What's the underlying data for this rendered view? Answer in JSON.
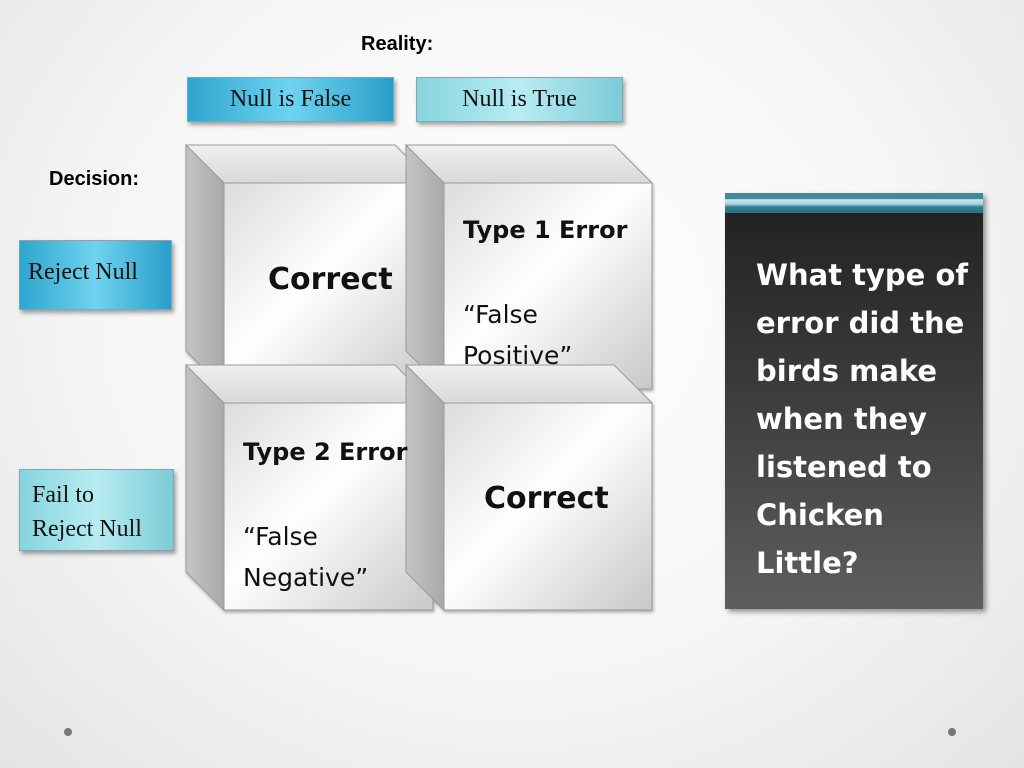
{
  "reality_label": "Reality:",
  "decision_label": "Decision:",
  "columns": [
    "Null is False",
    "Null is True"
  ],
  "rows": [
    [
      "Reject Null"
    ],
    [
      "Fail to",
      "Reject Null"
    ]
  ],
  "cells": {
    "top_left": "Correct",
    "top_right_title": "Type 1 Error",
    "top_right_sub": "“False Positive”",
    "bottom_left_title": "Type 2 Error",
    "bottom_left_sub": "“False Negative”",
    "bottom_right": "Correct"
  },
  "question": "What type of error did the birds make when they listened to Chicken Little?",
  "colors": {
    "tag_dark": "#2fa6cf",
    "tag_light": "#86d4df",
    "question_bg": "#2a2a2a",
    "question_bar": "#3f8a9b"
  }
}
